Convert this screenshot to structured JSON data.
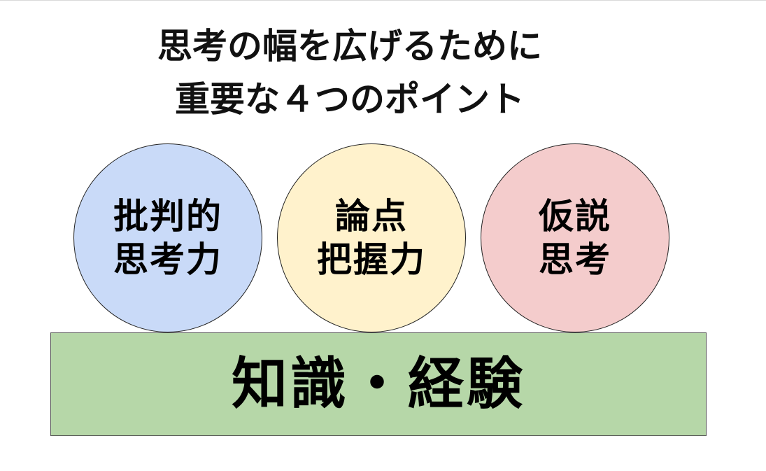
{
  "title": {
    "line1": "思考の幅を広げるために",
    "line2": "重要な４つのポイント"
  },
  "pillars": [
    {
      "line1": "批判的",
      "line2": "思考力",
      "fill": "#c9daf8"
    },
    {
      "line1": "論点",
      "line2": "把握力",
      "fill": "#fff2cc"
    },
    {
      "line1": "仮説",
      "line2": "思考",
      "fill": "#f4cccc"
    }
  ],
  "foundation": {
    "label": "知識・経験",
    "fill": "#b6d7a8"
  }
}
